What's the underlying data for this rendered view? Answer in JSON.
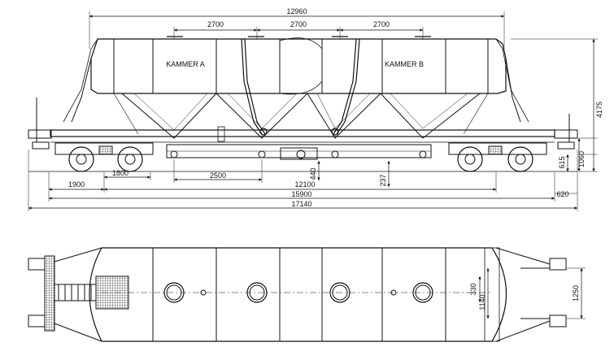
{
  "side_view": {
    "labels": {
      "chamber_a": "KAMMER A",
      "chamber_b": "KAMMER B"
    },
    "dimensions": {
      "overall_body_length": "12960",
      "segment_1": "2700",
      "segment_2": "2700",
      "segment_3": "2700",
      "height_total": "4175",
      "height_axle": "1060",
      "height_small": "615",
      "gauge_step": "620",
      "wheelbase_outer": "1900",
      "bogie_wheelbase": "1800",
      "outlet_spacing": "2500",
      "center_distance": "12100",
      "length_over_buffers_inner": "15900",
      "length_over_buffers": "17140",
      "outlet_height_small": "440",
      "outlet_offset": "237"
    }
  },
  "top_view": {
    "dimensions": {
      "hatch_width": "330",
      "hatch_offset": "1140",
      "bogie_width": "1250"
    }
  }
}
